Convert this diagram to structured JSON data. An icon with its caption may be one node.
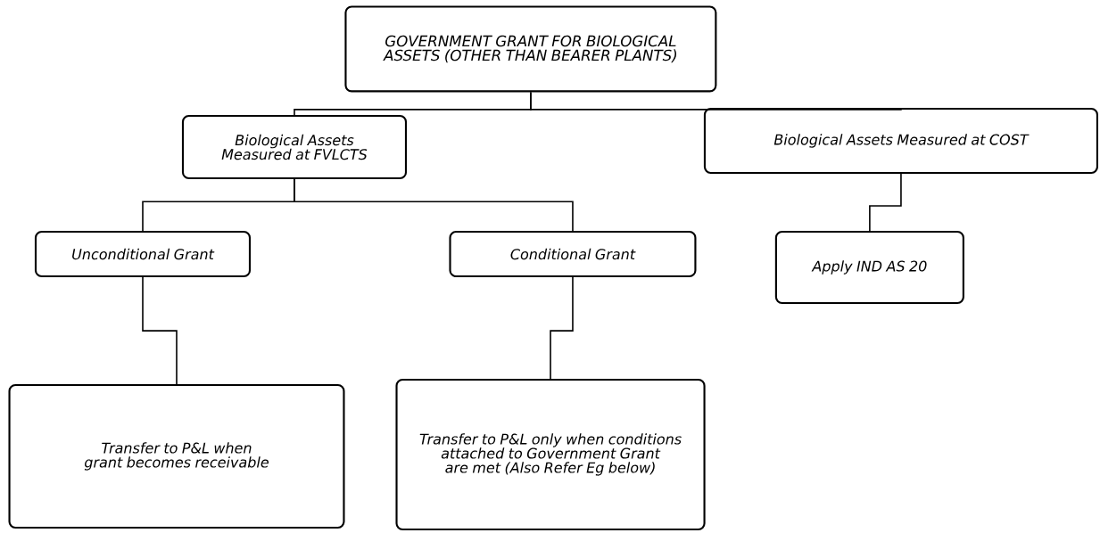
{
  "diagram": {
    "nodes": [
      {
        "text": [
          "GOVERNMENT GRANT FOR BIOLOGICAL ASSETS (OTHER THAN BEARER PLANTS)"
        ]
      },
      {
        "text": [
          "Biological Assets Measured at FVLCTS"
        ]
      },
      {
        "text": [
          "Biological Assets Measured at COST"
        ]
      },
      {
        "text": [
          "Unconditional Grant"
        ]
      },
      {
        "text": [
          "Conditional Grant"
        ]
      },
      {
        "text": [
          "Apply IND AS 20"
        ]
      },
      {
        "text": [
          "Transfer to P&L when grant becomes receivable"
        ]
      },
      {
        "text": [
          "Transfer to P&L only when conditions attached to Government Grant are met (Also Refer Eg below)"
        ]
      }
    ],
    "edges": [
      {
        "from": 0,
        "to": 1,
        "arrow": "none"
      },
      {
        "from": 0,
        "to": 2,
        "arrow": "none"
      },
      {
        "from": 1,
        "to": 3,
        "arrow": "none"
      },
      {
        "from": 1,
        "to": 4,
        "arrow": "none"
      },
      {
        "from": 2,
        "to": 5,
        "arrow": "none"
      },
      {
        "from": 3,
        "to": 6,
        "arrow": "none"
      },
      {
        "from": 4,
        "to": 7,
        "arrow": "none"
      }
    ]
  }
}
